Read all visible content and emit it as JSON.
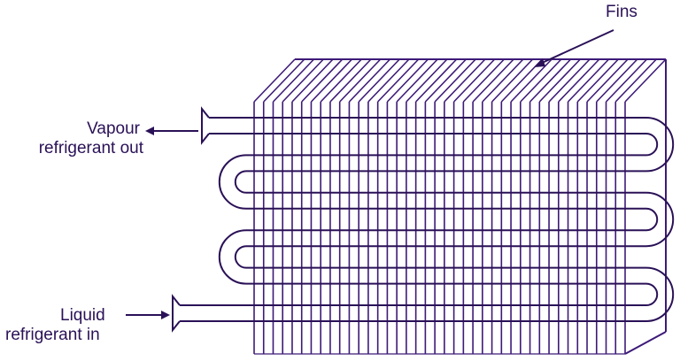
{
  "labels": {
    "fins": "Fins",
    "outlet_line1": "Vapour",
    "outlet_line2": "refrigerant out",
    "inlet_line1": "Liquid",
    "inlet_line2": "refrigerant in"
  },
  "colors": {
    "fin": "#3d1a78",
    "tube": "#2a1157",
    "text": "#2a1157"
  },
  "coil": {
    "fin_count": 40,
    "tube_passes": 6
  }
}
